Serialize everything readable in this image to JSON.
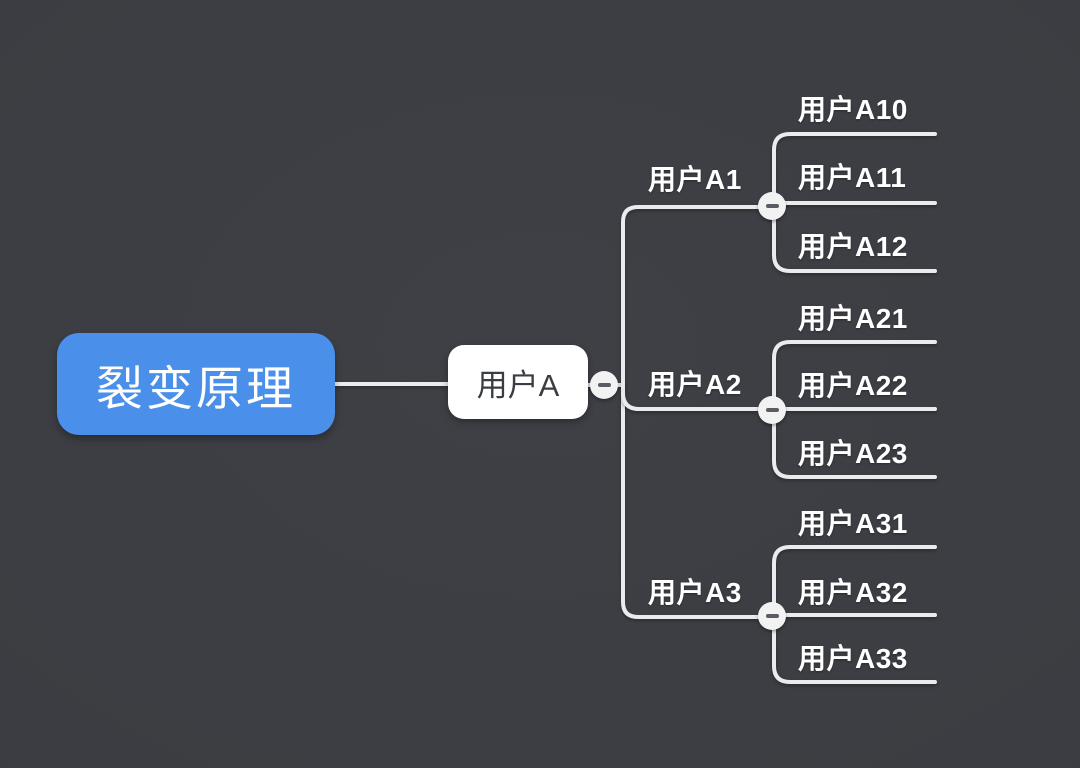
{
  "colors": {
    "background": "#3b3d42",
    "root_fill": "#4a8fe9",
    "root_text": "#ffffff",
    "node_fill": "#ffffff",
    "node_text": "#3a3d42",
    "connector_line": "#e9ebed",
    "label_text": "#ffffff",
    "collapse_fill": "#f2f2f2",
    "collapse_glyph": "#585d63"
  },
  "mindmap": {
    "root": {
      "label": "裂变原理"
    },
    "center": {
      "label": "用户A"
    },
    "branches": [
      {
        "label": "用户A1",
        "children": [
          "用户A10",
          "用户A11",
          "用户A12"
        ]
      },
      {
        "label": "用户A2",
        "children": [
          "用户A21",
          "用户A22",
          "用户A23"
        ]
      },
      {
        "label": "用户A3",
        "children": [
          "用户A31",
          "用户A32",
          "用户A33"
        ]
      }
    ]
  }
}
